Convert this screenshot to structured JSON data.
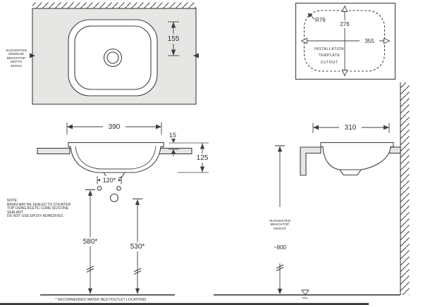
{
  "plan_view": {
    "depth_note": "SUGGESTED\nMINIMUM\nBENCHTOP\nDEPTH\n400mm",
    "dim_center_offset": "155"
  },
  "template_view": {
    "corner_radius": "R76",
    "cutout_height": "276",
    "cutout_width": "355",
    "caption": "INSTALLATION\nTEMPLATE\nCUTOUT"
  },
  "front_view": {
    "basin_width": "390",
    "rim_height": "15",
    "basin_depth": "125",
    "inlet_spacing": "120*",
    "inlet_height": "580*",
    "outlet_height": "530*"
  },
  "side_view": {
    "basin_depth": "310",
    "height_note": "SUGGESTED\nBENCHTOP\nHEIGHT",
    "height_value": "~800",
    "floor_label": "FFL"
  },
  "notes": {
    "sealant": "NOTE:\nBASIN MAY BE SEALED TO COUNTER\nTOP USING ACETIC CURE SILICONE\nSEALANT\nDO NOT USE EPOXY ADHESIVES",
    "footnote": "* RECOMMENDED WATER INLET/OUTLET LOCATIONS"
  }
}
